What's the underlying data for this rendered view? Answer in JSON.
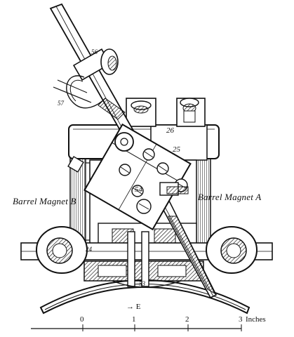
{
  "labels": {
    "barrel_magnet_b": "Barrel Magnet B",
    "barrel_magnet_a": "Barrel Magnet A",
    "part_56": "56",
    "part_57": "57",
    "part_26": "26",
    "part_25": "25",
    "part_24": "24",
    "part_54": "54",
    "part_53": "53",
    "direction": "→ E"
  },
  "scale": {
    "ticks": [
      "0",
      "1",
      "2",
      "3"
    ],
    "unit": "Inches"
  },
  "colors": {
    "ink": "#111111",
    "paper": "#ffffff"
  }
}
